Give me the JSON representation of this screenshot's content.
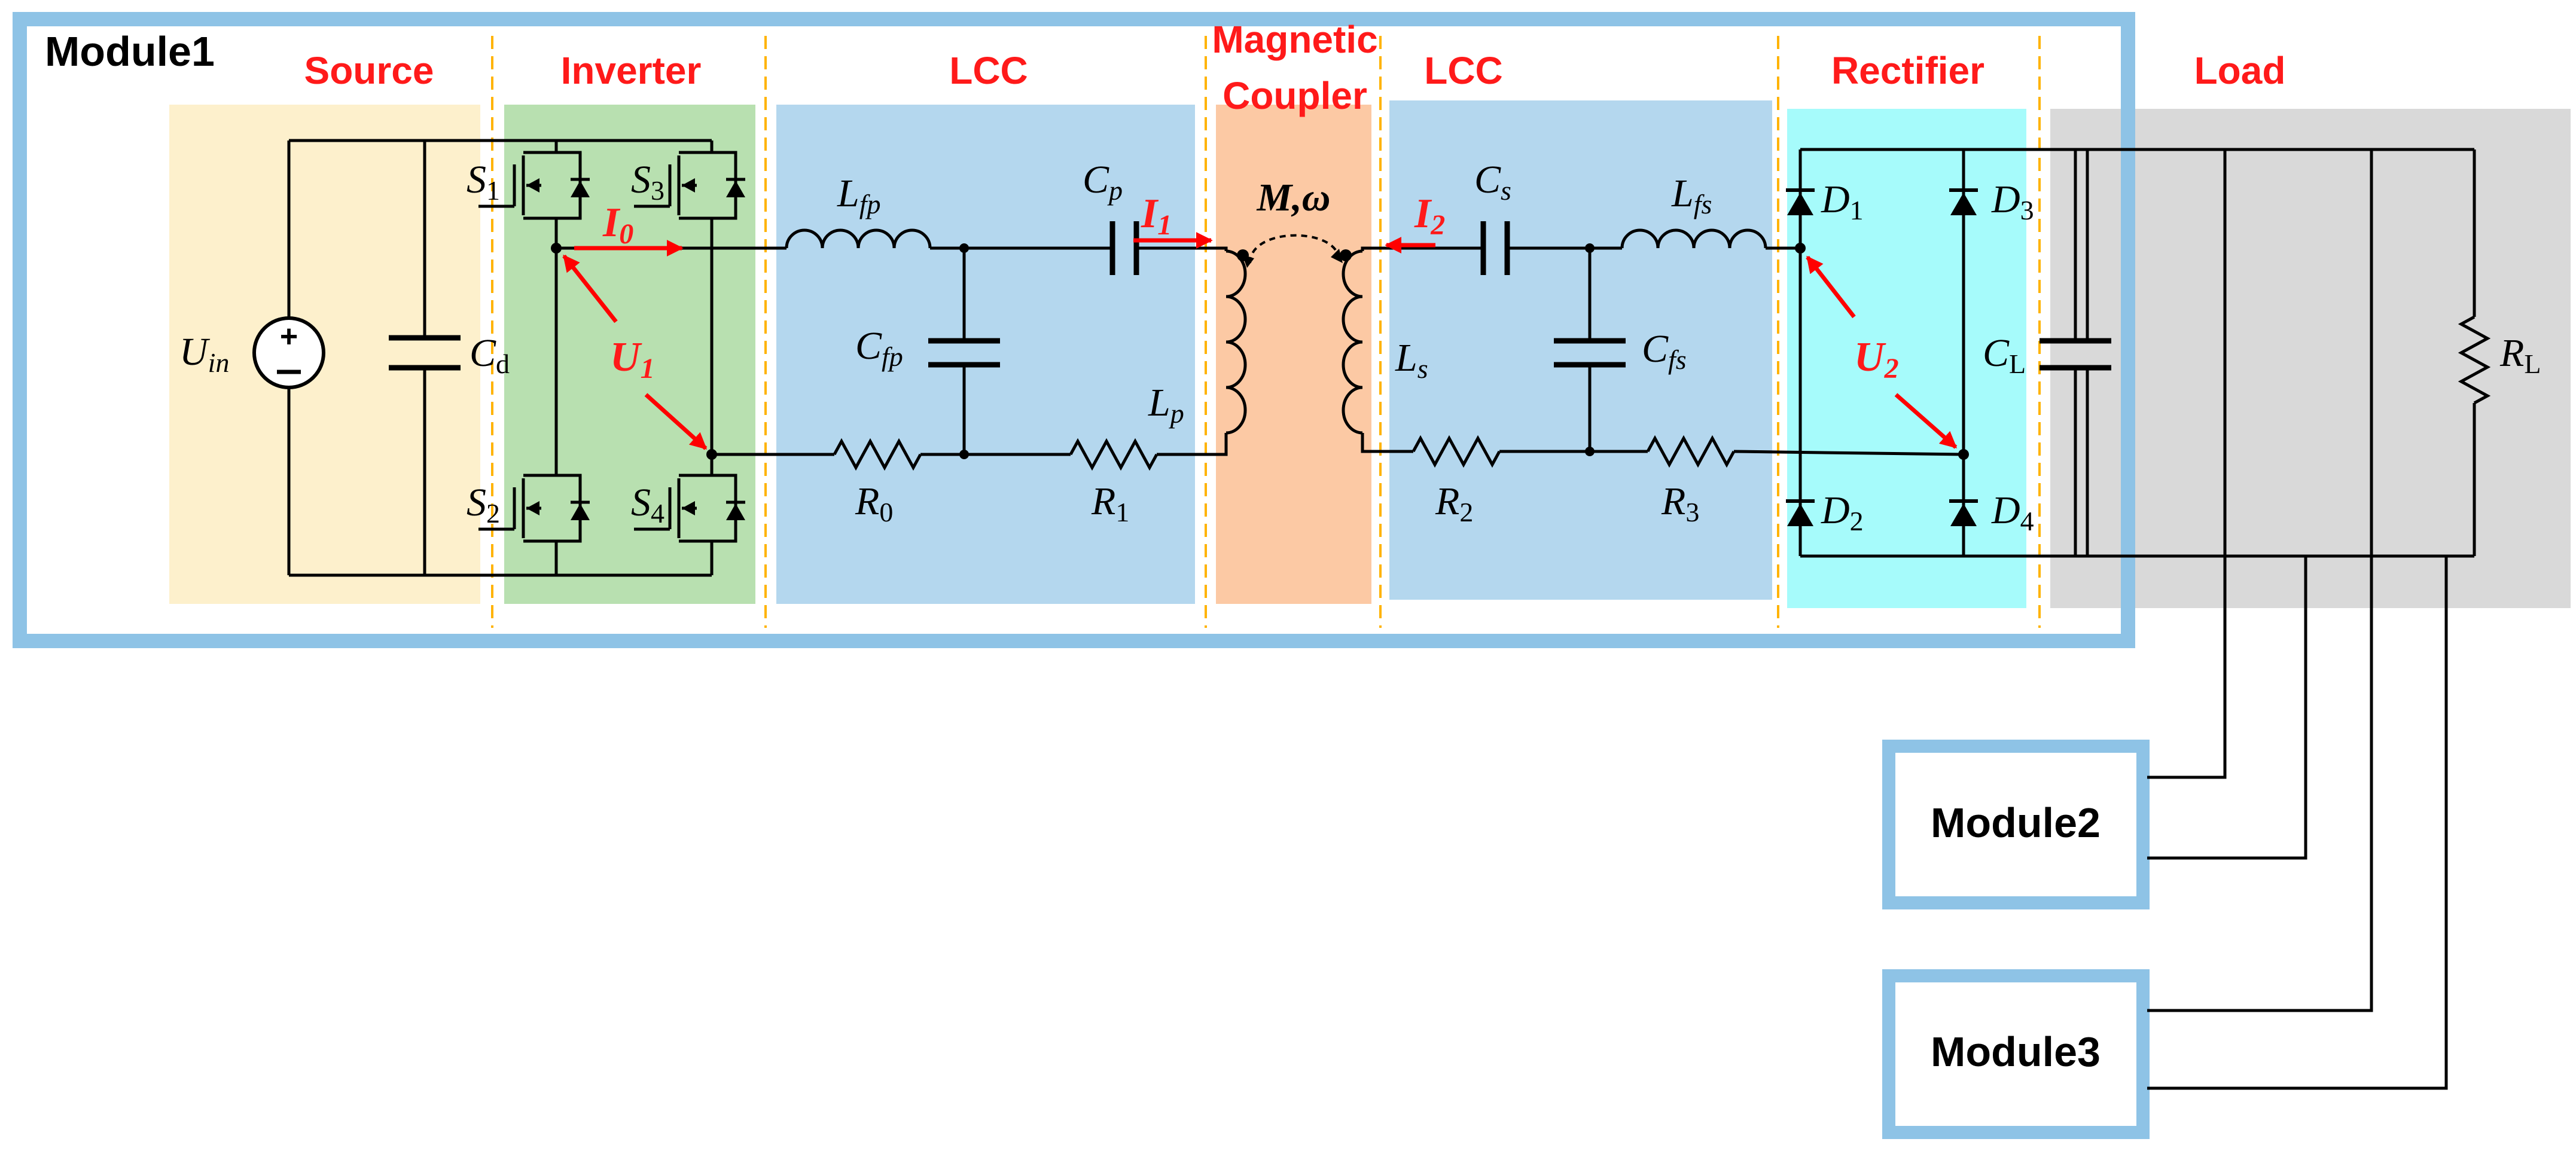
{
  "modules": {
    "module1": "Module1",
    "module2": "Module2",
    "module3": "Module3"
  },
  "sections": {
    "source": "Source",
    "inverter": "Inverter",
    "lcc_primary": "LCC",
    "coupler_line1": "Magnetic",
    "coupler_line2": "Coupler",
    "lcc_secondary": "LCC",
    "rectifier": "Rectifier",
    "load": "Load"
  },
  "components": {
    "uin": {
      "main": "U",
      "sub": "in"
    },
    "cd": {
      "main": "C",
      "sub": "d"
    },
    "s1": {
      "main": "S",
      "sub": "1"
    },
    "s2": {
      "main": "S",
      "sub": "2"
    },
    "s3": {
      "main": "S",
      "sub": "3"
    },
    "s4": {
      "main": "S",
      "sub": "4"
    },
    "lfp": {
      "main": "L",
      "sub": "fp"
    },
    "cfp": {
      "main": "C",
      "sub": "fp"
    },
    "cp": {
      "main": "C",
      "sub": "p"
    },
    "lp": {
      "main": "L",
      "sub": "p"
    },
    "r0": {
      "main": "R",
      "sub": "0"
    },
    "r1": {
      "main": "R",
      "sub": "1"
    },
    "mw": "M,ω",
    "ls": {
      "main": "L",
      "sub": "s"
    },
    "cs": {
      "main": "C",
      "sub": "s"
    },
    "lfs": {
      "main": "L",
      "sub": "fs"
    },
    "cfs": {
      "main": "C",
      "sub": "fs"
    },
    "r2": {
      "main": "R",
      "sub": "2"
    },
    "r3": {
      "main": "R",
      "sub": "3"
    },
    "d1": {
      "main": "D",
      "sub": "1"
    },
    "d2": {
      "main": "D",
      "sub": "2"
    },
    "d3": {
      "main": "D",
      "sub": "3"
    },
    "d4": {
      "main": "D",
      "sub": "4"
    },
    "cl": {
      "main": "C",
      "sub": "L"
    },
    "rl": {
      "main": "R",
      "sub": "L"
    }
  },
  "signals": {
    "i0": {
      "main": "I",
      "sub": "0"
    },
    "i1": {
      "main": "I",
      "sub": "1"
    },
    "i2": {
      "main": "I",
      "sub": "2"
    },
    "u1": {
      "main": "U",
      "sub": "1"
    },
    "u2": {
      "main": "U",
      "sub": "2"
    }
  },
  "colors": {
    "module_border": "#8ec3e6",
    "source_bg": "#fdf0cc",
    "inverter_bg": "#b8e0b0",
    "lcc_bg": "#b4d7ee",
    "coupler_bg": "#fcc9a4",
    "rectifier_bg": "#a6fbfb",
    "load_bg": "#d9d9d9",
    "section_label": "#ff1a1a",
    "divider": "#ffb300",
    "annotation_arrow": "#ff0000"
  }
}
